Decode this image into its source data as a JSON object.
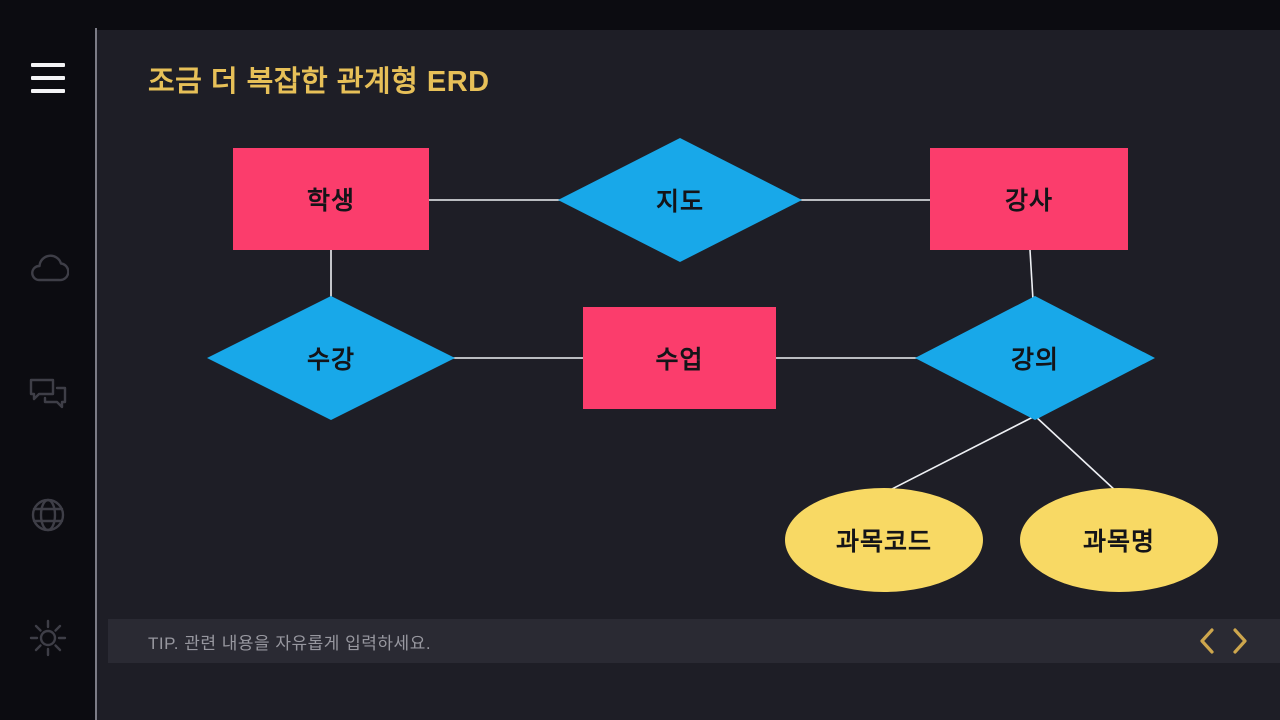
{
  "header": {
    "title": "조금 더 복잡한 관계형 ERD"
  },
  "sidebar": {
    "icons": [
      "menu",
      "cloud",
      "chat",
      "globe",
      "gear"
    ]
  },
  "diagram": {
    "entities": [
      {
        "label": "학생"
      },
      {
        "label": "강사"
      },
      {
        "label": "수업"
      }
    ],
    "relationships": [
      {
        "label": "지도"
      },
      {
        "label": "수강"
      },
      {
        "label": "강의"
      }
    ],
    "attributes": [
      {
        "label": "과목코드"
      },
      {
        "label": "과목명"
      }
    ],
    "edges": [
      {
        "from": "학생",
        "to": "지도"
      },
      {
        "from": "지도",
        "to": "강사"
      },
      {
        "from": "학생",
        "to": "수강"
      },
      {
        "from": "수강",
        "to": "수업"
      },
      {
        "from": "수업",
        "to": "강의"
      },
      {
        "from": "강사",
        "to": "강의"
      },
      {
        "from": "강의",
        "to": "과목코드"
      },
      {
        "from": "강의",
        "to": "과목명"
      }
    ]
  },
  "footer": {
    "tip": "TIP. 관련 내용을 자유롭게 입력하세요."
  },
  "colors": {
    "entity_pink": "#fb3d6c",
    "relationship_blue": "#18a8e9",
    "attribute_yellow": "#f8d964",
    "title_gold": "#e7c058",
    "background": "#1e1e26",
    "sidebar_black": "#0c0c11",
    "tipbar_gray": "#2a2a33",
    "arrow_gold": "#cda64d"
  }
}
